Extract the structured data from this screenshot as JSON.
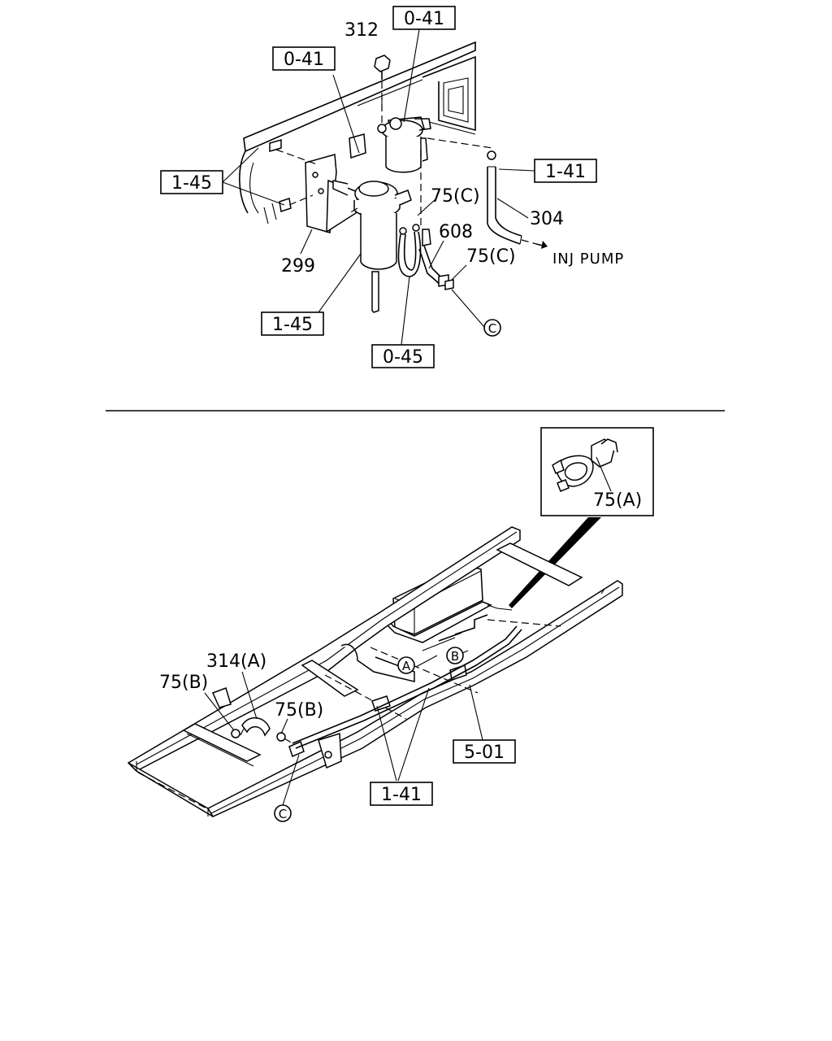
{
  "top_view": {
    "callouts": {
      "c_312": "312",
      "c_0_41_top": "0-41",
      "c_0_41_left": "0-41",
      "c_1_45_upper": "1-45",
      "c_1_41_right": "1-41",
      "c_75c_upper": "75(C)",
      "c_304": "304",
      "c_608": "608",
      "c_75c_lower": "75(C)",
      "c_inj_pump": "INJ PUMP",
      "c_299": "299",
      "c_1_45_lower": "1-45",
      "c_0_45": "0-45",
      "c_ref_c": "C"
    }
  },
  "bottom_view": {
    "callouts": {
      "c_75a": "75(A)",
      "c_314a": "314(A)",
      "c_75b_left": "75(B)",
      "c_75b_right": "75(B)",
      "c_ref_a": "A",
      "c_ref_b": "B",
      "c_ref_c": "C",
      "c_5_01": "5-01",
      "c_1_41": "1-41"
    }
  }
}
